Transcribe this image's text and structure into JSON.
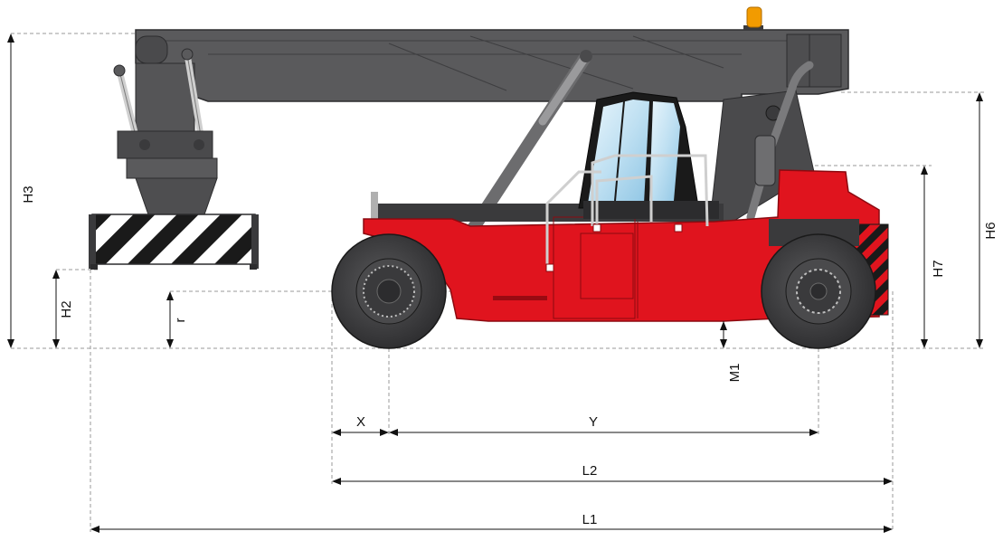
{
  "diagram": {
    "labels": {
      "h3": "H3",
      "h2": "H2",
      "r": "r",
      "h6": "H6",
      "h7": "H7",
      "m1": "M1",
      "x": "X",
      "y": "Y",
      "l2": "L2",
      "l1": "L1"
    }
  },
  "colors": {
    "body_red": "#e0141e",
    "boom_gray": "#5a5a5c",
    "tire_dark": "#3a3a3c",
    "beacon_orange": "#f29b00",
    "cab_glass": "#bfe0f2"
  }
}
